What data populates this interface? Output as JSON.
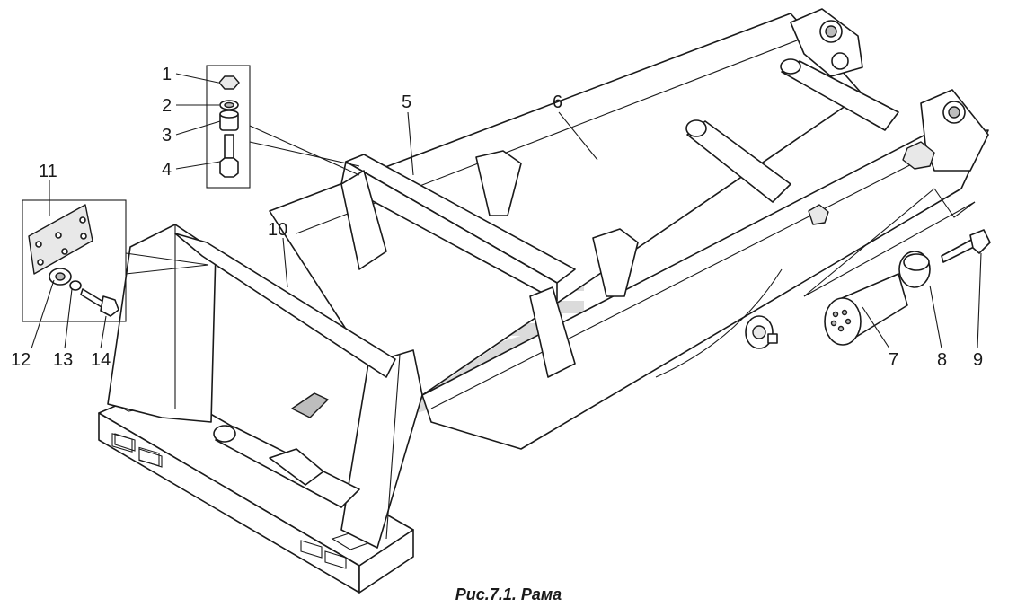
{
  "caption": "Рис.7.1. Рама",
  "callouts": {
    "c1": "1",
    "c2": "2",
    "c3": "3",
    "c4": "4",
    "c5": "5",
    "c6": "6",
    "c7": "7",
    "c8": "8",
    "c9": "9",
    "c10": "10",
    "c11": "11",
    "c12": "12",
    "c13": "13",
    "c14": "14"
  }
}
